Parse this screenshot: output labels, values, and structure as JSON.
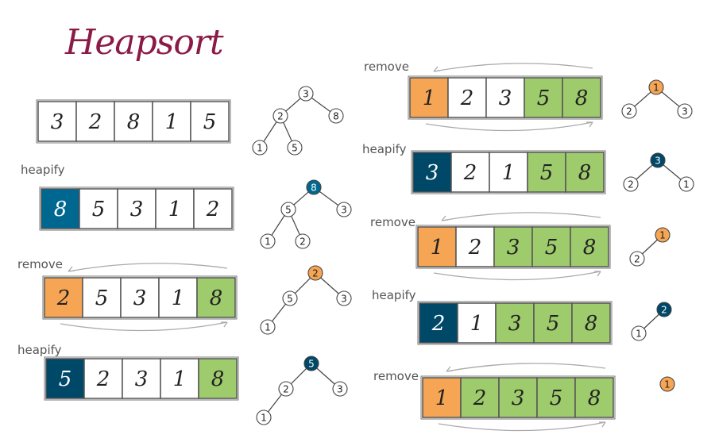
{
  "title": "Heapsort",
  "colors": {
    "root": "#006790",
    "root_alt": "#004868",
    "removed": "#f5a553",
    "sorted": "#9ecb6c",
    "cell": "#ffffff",
    "stroke": "#555555",
    "title": "#8b1a46"
  },
  "steps": [
    {
      "label": "",
      "cells": [
        {
          "v": "3",
          "s": "normal"
        },
        {
          "v": "2",
          "s": "normal"
        },
        {
          "v": "8",
          "s": "normal"
        },
        {
          "v": "1",
          "s": "normal"
        },
        {
          "v": "5",
          "s": "normal"
        }
      ],
      "tree": {
        "nodes": [
          {
            "v": "3",
            "s": "plain"
          },
          {
            "v": "2",
            "s": "plain"
          },
          {
            "v": "8",
            "s": "plain"
          },
          {
            "v": "1",
            "s": "plain"
          },
          {
            "v": "5",
            "s": "plain"
          }
        ],
        "edges": [
          [
            0,
            1
          ],
          [
            0,
            2
          ],
          [
            1,
            3
          ],
          [
            1,
            4
          ]
        ]
      }
    },
    {
      "label": "heapify",
      "cells": [
        {
          "v": "8",
          "s": "root"
        },
        {
          "v": "5",
          "s": "normal"
        },
        {
          "v": "3",
          "s": "normal"
        },
        {
          "v": "1",
          "s": "normal"
        },
        {
          "v": "2",
          "s": "normal"
        }
      ],
      "tree": {
        "nodes": [
          {
            "v": "8",
            "s": "root"
          },
          {
            "v": "5",
            "s": "plain"
          },
          {
            "v": "3",
            "s": "plain"
          },
          {
            "v": "1",
            "s": "plain"
          },
          {
            "v": "2",
            "s": "plain"
          }
        ],
        "edges": [
          [
            0,
            1
          ],
          [
            0,
            2
          ],
          [
            1,
            3
          ],
          [
            1,
            4
          ]
        ]
      }
    },
    {
      "label": "remove",
      "cells": [
        {
          "v": "2",
          "s": "removed"
        },
        {
          "v": "5",
          "s": "normal"
        },
        {
          "v": "3",
          "s": "normal"
        },
        {
          "v": "1",
          "s": "normal"
        },
        {
          "v": "8",
          "s": "sorted"
        }
      ],
      "tree": {
        "nodes": [
          {
            "v": "2",
            "s": "removed"
          },
          {
            "v": "5",
            "s": "plain"
          },
          {
            "v": "3",
            "s": "plain"
          },
          {
            "v": "1",
            "s": "plain"
          }
        ],
        "edges": [
          [
            0,
            1
          ],
          [
            0,
            2
          ],
          [
            1,
            3
          ]
        ]
      }
    },
    {
      "label": "heapify",
      "cells": [
        {
          "v": "5",
          "s": "root2"
        },
        {
          "v": "2",
          "s": "normal"
        },
        {
          "v": "3",
          "s": "normal"
        },
        {
          "v": "1",
          "s": "normal"
        },
        {
          "v": "8",
          "s": "sorted"
        }
      ],
      "tree": {
        "nodes": [
          {
            "v": "5",
            "s": "root2"
          },
          {
            "v": "2",
            "s": "plain"
          },
          {
            "v": "3",
            "s": "plain"
          },
          {
            "v": "1",
            "s": "plain"
          }
        ],
        "edges": [
          [
            0,
            1
          ],
          [
            0,
            2
          ],
          [
            1,
            3
          ]
        ]
      }
    },
    {
      "label": "remove",
      "cells": [
        {
          "v": "1",
          "s": "removed"
        },
        {
          "v": "2",
          "s": "normal"
        },
        {
          "v": "3",
          "s": "normal"
        },
        {
          "v": "5",
          "s": "sorted"
        },
        {
          "v": "8",
          "s": "sorted"
        }
      ],
      "tree": {
        "nodes": [
          {
            "v": "1",
            "s": "removed"
          },
          {
            "v": "2",
            "s": "plain"
          },
          {
            "v": "3",
            "s": "plain"
          }
        ],
        "edges": [
          [
            0,
            1
          ],
          [
            0,
            2
          ]
        ]
      }
    },
    {
      "label": "heapify",
      "cells": [
        {
          "v": "3",
          "s": "root2"
        },
        {
          "v": "2",
          "s": "normal"
        },
        {
          "v": "1",
          "s": "normal"
        },
        {
          "v": "5",
          "s": "sorted"
        },
        {
          "v": "8",
          "s": "sorted"
        }
      ],
      "tree": {
        "nodes": [
          {
            "v": "3",
            "s": "root2"
          },
          {
            "v": "2",
            "s": "plain"
          },
          {
            "v": "1",
            "s": "plain"
          }
        ],
        "edges": [
          [
            0,
            1
          ],
          [
            0,
            2
          ]
        ]
      }
    },
    {
      "label": "remove",
      "cells": [
        {
          "v": "1",
          "s": "removed"
        },
        {
          "v": "2",
          "s": "normal"
        },
        {
          "v": "3",
          "s": "sorted"
        },
        {
          "v": "5",
          "s": "sorted"
        },
        {
          "v": "8",
          "s": "sorted"
        }
      ],
      "tree": {
        "nodes": [
          {
            "v": "1",
            "s": "removed"
          },
          {
            "v": "2",
            "s": "plain"
          }
        ],
        "edges": [
          [
            0,
            1
          ]
        ]
      }
    },
    {
      "label": "heapify",
      "cells": [
        {
          "v": "2",
          "s": "root2"
        },
        {
          "v": "1",
          "s": "normal"
        },
        {
          "v": "3",
          "s": "sorted"
        },
        {
          "v": "5",
          "s": "sorted"
        },
        {
          "v": "8",
          "s": "sorted"
        }
      ],
      "tree": {
        "nodes": [
          {
            "v": "2",
            "s": "root2"
          },
          {
            "v": "1",
            "s": "plain"
          }
        ],
        "edges": [
          [
            0,
            1
          ]
        ]
      }
    },
    {
      "label": "remove",
      "cells": [
        {
          "v": "1",
          "s": "removed"
        },
        {
          "v": "2",
          "s": "sorted"
        },
        {
          "v": "3",
          "s": "sorted"
        },
        {
          "v": "5",
          "s": "sorted"
        },
        {
          "v": "8",
          "s": "sorted"
        }
      ],
      "tree": {
        "nodes": [
          {
            "v": "1",
            "s": "removed"
          }
        ],
        "edges": []
      }
    }
  ]
}
